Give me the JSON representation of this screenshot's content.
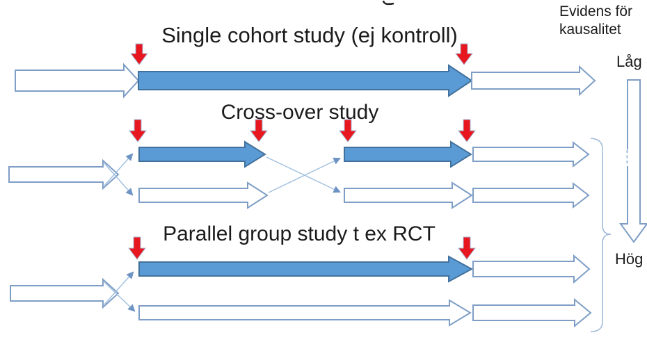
{
  "colors": {
    "background": "#FFFFFF",
    "treatment_fill": "#5B9BD5",
    "treatment_border": "#41719C",
    "outline_arrow_border": "#7E9EC6",
    "red_marker": "#E8171F",
    "connector_line": "#A3C1E0",
    "bracket": "#9CB8D8",
    "text": "#1B1B1B"
  },
  "sections": [
    {
      "id": "single-cohort",
      "title": "Single cohort study (ej kontroll)"
    },
    {
      "id": "cross-over",
      "title": "Cross-over study"
    },
    {
      "id": "parallel-group",
      "title": "Parallel group study t ex RCT"
    }
  ],
  "evidence_axis": {
    "heading_line1": "Evidens för",
    "heading_line2": "kausalitet",
    "scale_top": "Låg",
    "scale_bottom": "Hög"
  },
  "icons": {
    "measurement_marker": "red-down-arrow",
    "timeline_arrow": "block-arrow-right",
    "evidence_arrow": "block-arrow-down",
    "grouping": "right-curly-brace"
  }
}
